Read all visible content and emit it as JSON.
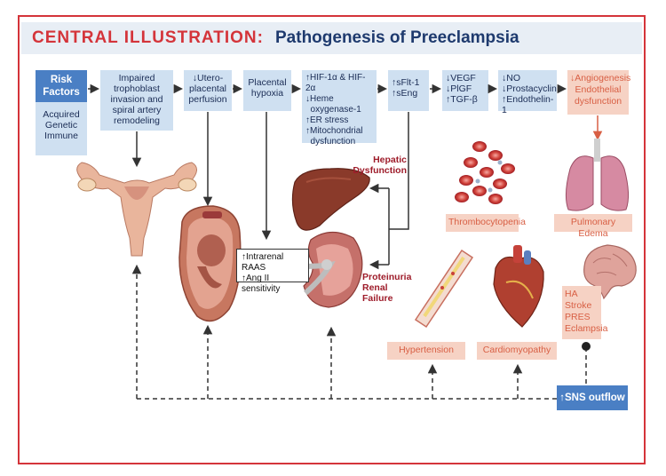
{
  "header": {
    "label": "CENTRAL ILLUSTRATION:",
    "title": "Pathogenesis of Preeclampsia"
  },
  "risk_factors": {
    "title_line1": "Risk",
    "title_line2": "Factors",
    "items": [
      "Acquired",
      "Genetic",
      "Immune"
    ]
  },
  "steps": [
    {
      "lines": [
        "Impaired",
        "trophoblast",
        "invasion and",
        "spiral artery",
        "remodeling"
      ]
    },
    {
      "lines": [
        "↓Utero-",
        "placental",
        "perfusion"
      ]
    },
    {
      "lines": [
        "Placental",
        "hypoxia"
      ]
    },
    {
      "lines": [
        "↑HIF-1α & HIF-2α",
        "↓Heme",
        "  oxygenase-1",
        "↑ER stress",
        "↑Mitochondrial",
        "  dysfunction"
      ]
    },
    {
      "lines": [
        "↑sFlt-1",
        "↑sEng"
      ]
    },
    {
      "lines": [
        "↓VEGF",
        "↓PlGF",
        "↑TGF-β"
      ]
    },
    {
      "lines": [
        "↓NO",
        "↓Prostacyclin",
        "↑Endothelin-1"
      ]
    }
  ],
  "angiogenesis": {
    "lines": [
      "↓Angiogenesis",
      "Endothelial",
      "dysfunction"
    ]
  },
  "outcomes": {
    "hepatic": [
      "Hepatic",
      "Dysfunction"
    ],
    "renal": [
      "Proteinuria",
      "Renal",
      "Failure"
    ],
    "raas": [
      "↑Intrarenal RAAS",
      "↑Ang II sensitivity"
    ],
    "thrombocytopenia": "Thrombocytopenia",
    "pulmonary": "Pulmonary Edema",
    "hypertension": "Hypertension",
    "cardiomyopathy": "Cardiomyopathy",
    "neuro": [
      "HA",
      "Stroke",
      "PRES",
      "Eclampsia"
    ]
  },
  "sns": "↑SNS outflow",
  "colors": {
    "frame": "#d4343a",
    "banner_bg": "#e8eef5",
    "title_dark": "#1e3a6e",
    "box_light": "#cfe0f1",
    "box_dark": "#4a7fc4",
    "pink": "#f6d2c4",
    "pink_text": "#d85f44",
    "red_label": "#9e1c2a"
  },
  "icons": [
    "uterus-illustration",
    "fetus-in-uterus-illustration",
    "liver-illustration",
    "kidney-illustration",
    "red-blood-cells-illustration",
    "lungs-illustration",
    "brain-illustration",
    "blood-vessel-illustration",
    "heart-illustration"
  ]
}
